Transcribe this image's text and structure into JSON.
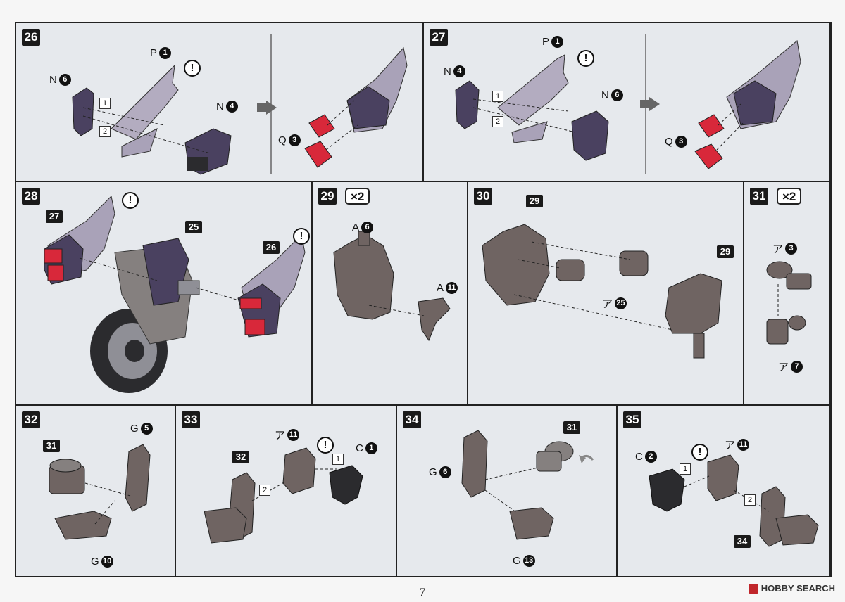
{
  "page_number": "7",
  "logo": "HOBBY SEARCH",
  "steps": {
    "s26": {
      "num": "26",
      "labels": {
        "p": "P",
        "p_n": "1",
        "n6": "N",
        "n6_n": "6",
        "n4": "N",
        "n4_n": "4",
        "q": "Q",
        "q_n": "3",
        "o1": "1",
        "o2": "2"
      }
    },
    "s27": {
      "num": "27",
      "labels": {
        "p": "P",
        "p_n": "1",
        "n4": "N",
        "n4_n": "4",
        "n6": "N",
        "n6_n": "6",
        "q": "Q",
        "q_n": "3",
        "o1": "1",
        "o2": "2"
      }
    },
    "s28": {
      "num": "28",
      "labels": {
        "t27": "27",
        "t25": "25",
        "t26": "26"
      }
    },
    "s29": {
      "num": "29",
      "mult": "×2",
      "labels": {
        "a": "A",
        "a_n": "6",
        "a2": "A",
        "a2_n": "11"
      }
    },
    "s30": {
      "num": "30",
      "labels": {
        "t29a": "29",
        "t29b": "29",
        "a": "ア",
        "a_n": "25"
      }
    },
    "s31": {
      "num": "31",
      "mult": "×2",
      "labels": {
        "a": "ア",
        "a_n": "3",
        "b": "ア",
        "b_n": "7"
      }
    },
    "s32": {
      "num": "32",
      "labels": {
        "t31": "31",
        "g": "G",
        "g_n": "5",
        "g2": "G",
        "g2_n": "10"
      }
    },
    "s33": {
      "num": "33",
      "labels": {
        "t32": "32",
        "a": "ア",
        "a_n": "11",
        "c": "C",
        "c_n": "1",
        "o1": "1",
        "o2": "2"
      }
    },
    "s34": {
      "num": "34",
      "labels": {
        "t31": "31",
        "g": "G",
        "g_n": "6",
        "g2": "G",
        "g2_n": "13"
      }
    },
    "s35": {
      "num": "35",
      "labels": {
        "c": "C",
        "c_n": "2",
        "a": "ア",
        "a_n": "11",
        "t34": "34",
        "o1": "1",
        "o2": "2"
      }
    }
  },
  "warn_symbol": "!",
  "colors": {
    "purple": "#4a4160",
    "lilac": "#a9a2b8",
    "red": "#d8283a",
    "brown": "#6f6462",
    "dark": "#2b2b2e",
    "panel": "#e6e9ed"
  }
}
